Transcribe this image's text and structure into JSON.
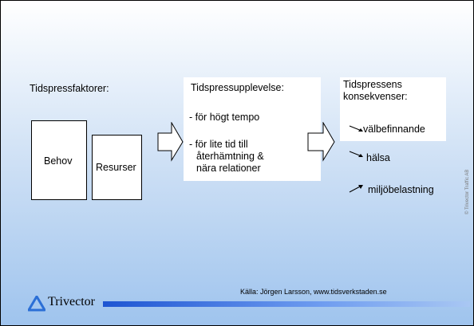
{
  "factors_title": "Tidspressfaktorer:",
  "behov": "Behov",
  "resurser": "Resurser",
  "experience": {
    "title": "Tidspressupplevelse:",
    "item1": "- för högt tempo",
    "item2_line1": "- för lite tid till",
    "item2_line2": "återhämtning &",
    "item2_line3": "nära relationer"
  },
  "consequences": {
    "title_line1": "Tidspressens",
    "title_line2": "konsekvenser:",
    "items": [
      "välbefinnande",
      "hälsa",
      "miljöbelastning"
    ]
  },
  "source": "Källa: Jörgen Larsson, www.tidsverkstaden.se",
  "logo_text": "Trivector",
  "copyright": "© Trivector Traffic AB",
  "colors": {
    "logo_blue": "#2b6fd6",
    "bar_blue": "#1e55d2"
  }
}
